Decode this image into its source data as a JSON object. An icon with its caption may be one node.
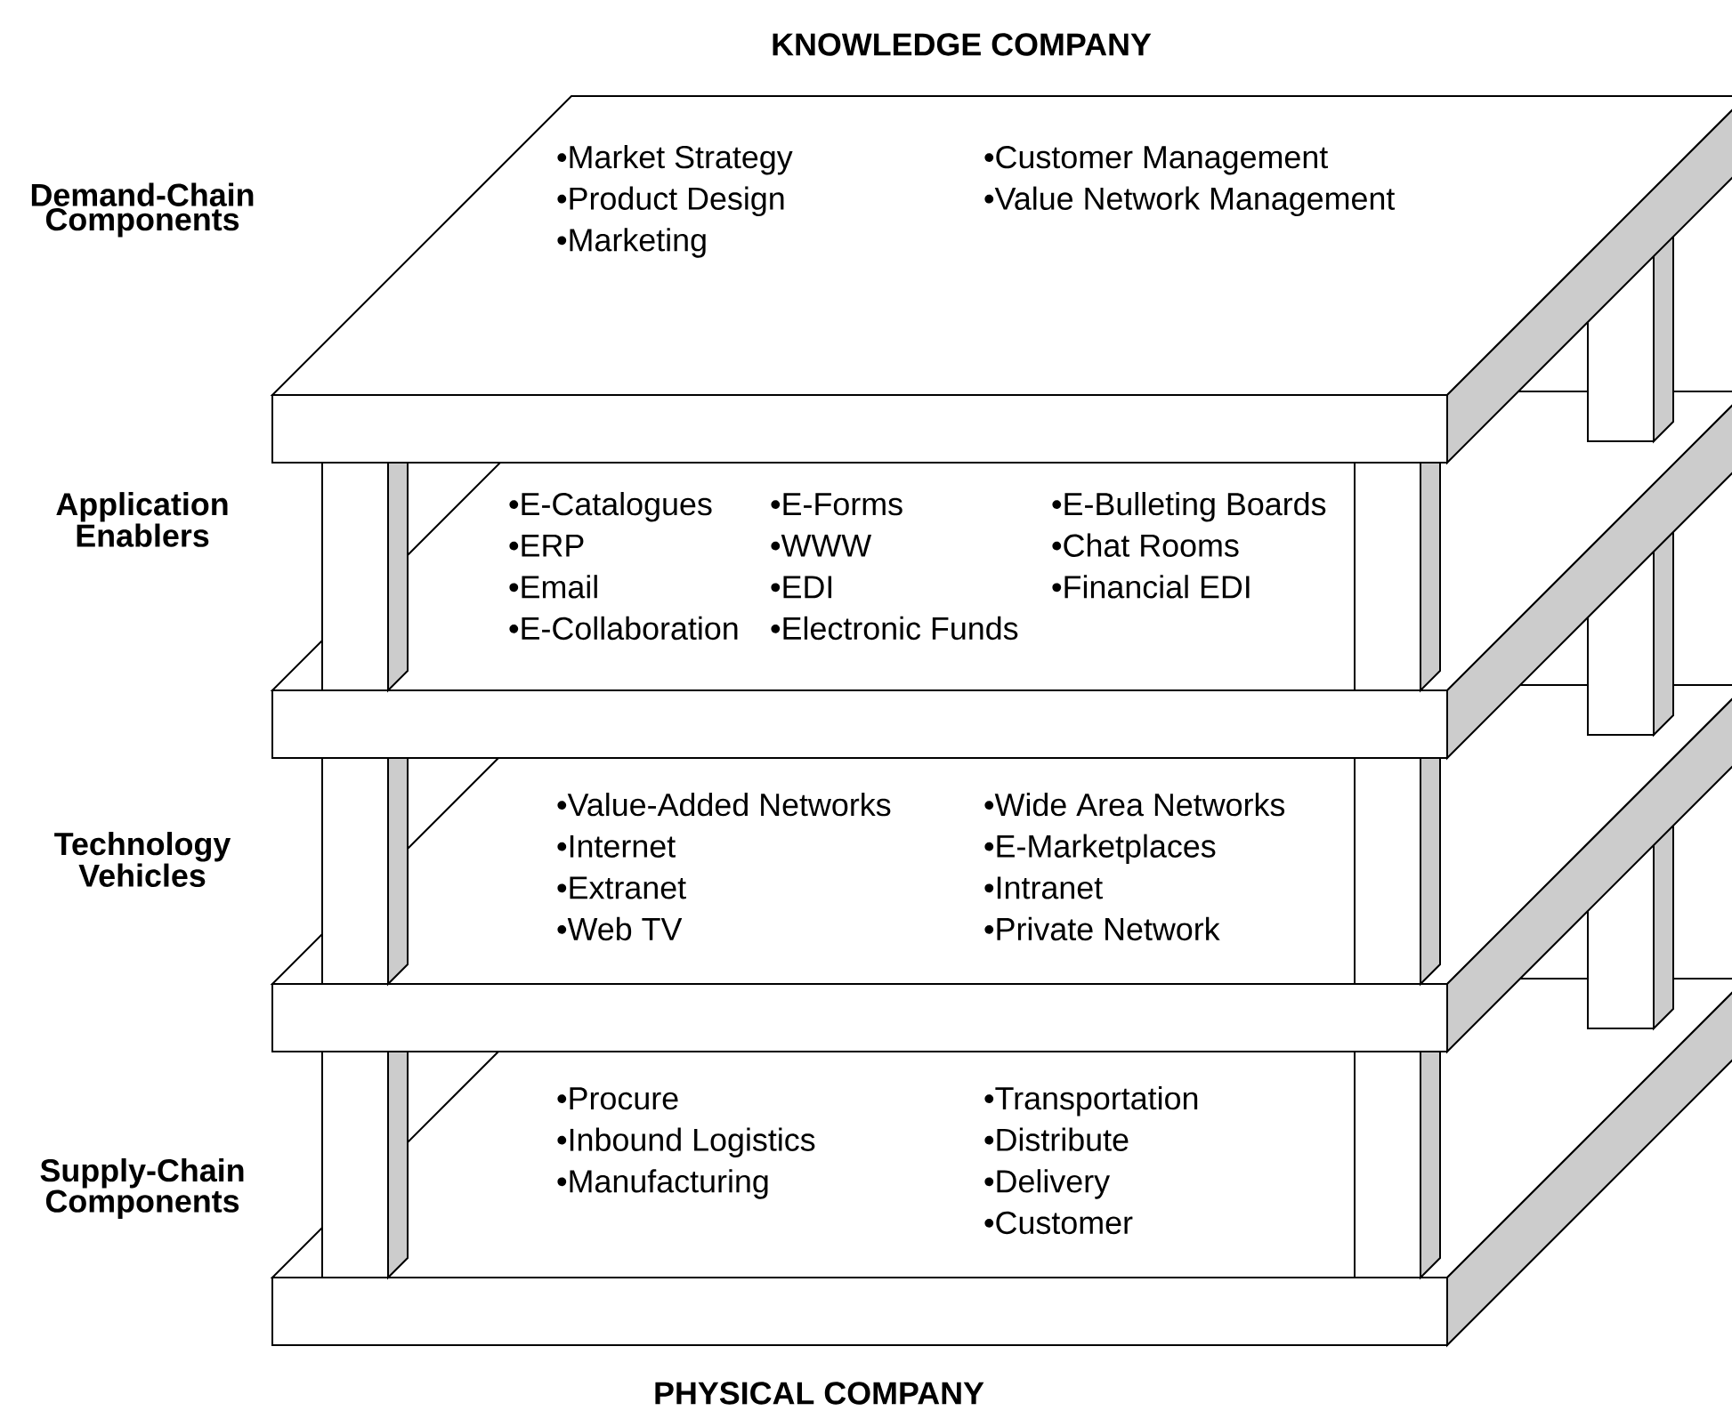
{
  "diagram": {
    "title": "KNOWLEDGE COMPANY",
    "caption": "PHYSICAL COMPANY",
    "nodes": [
      {
        "text": [
          "•Market Strategy",
          "•Product Design",
          "•Marketing",
          "•Customer Management",
          "•Value Network Management"
        ],
        "beside": [
          "Demand-Chain Components"
        ]
      },
      {
        "text": [
          "•E-Catalogues",
          "•ERP",
          "•Email",
          "•E-Collaboration",
          "•E-Forms",
          "•WWW",
          "•EDI",
          "•Electronic Funds",
          "•E-Bulleting Boards",
          "•Chat Rooms",
          "•Financial EDI"
        ],
        "beside": [
          "Application Enablers"
        ]
      },
      {
        "text": [
          "•Value-Added Networks",
          "•Internet",
          "•Extranet",
          "•Web TV",
          "•Wide Area Networks",
          "•E-Marketplaces",
          "•Intranet",
          "•Private Network"
        ],
        "beside": [
          "Technology Vehicles"
        ]
      },
      {
        "text": [
          "•Procure",
          "•Inbound Logistics",
          "•Manufacturing",
          "•Transportation",
          "•Distribute",
          "•Delivery",
          "•Customer"
        ],
        "beside": [
          "Supply-Chain Components"
        ]
      }
    ]
  }
}
